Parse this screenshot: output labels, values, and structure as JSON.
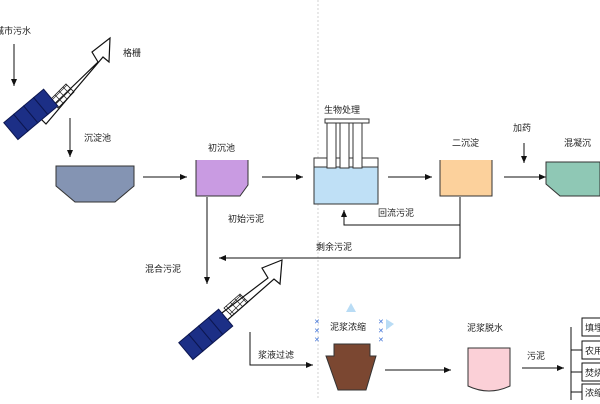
{
  "labels": {
    "source": "城市污水",
    "screen": "格栅",
    "grit_tank": "沉淀池",
    "primary_tank": "初沉池",
    "bio_treatment": "生物处理",
    "secondary_tank": "二沉淀",
    "dosing": "加药",
    "coag_tank": "混凝沉",
    "primary_sludge": "初始污泥",
    "return_sludge": "回流污泥",
    "excess_sludge": "剩余污泥",
    "mixed_sludge": "混合污泥",
    "slurry_filter": "浆液过滤",
    "thickening": "泥浆浓缩",
    "dewatering": "泥浆脱水",
    "sludge": "污泥"
  },
  "disposal": [
    "填埋",
    "农用",
    "焚烧",
    "浓缩"
  ],
  "colors": {
    "screen_blue": "#1c2f86",
    "grit": "#8494b3",
    "primary": "#c99be2",
    "bio_water": "#bfe0f6",
    "secondary": "#fcd19c",
    "coag": "#8fc8b5",
    "thickener": "#7b4731",
    "dewater": "#fbd0d7"
  }
}
